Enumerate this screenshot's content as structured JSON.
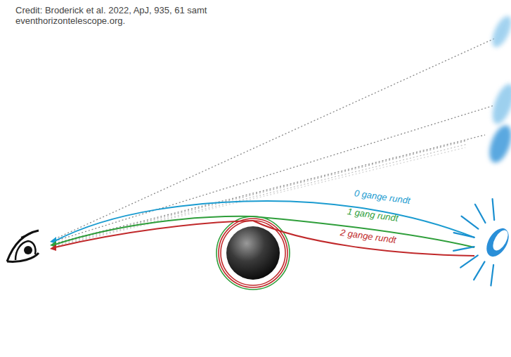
{
  "diagram": {
    "labels": [
      "Credit: Broderick et al. 2022, ApJ, 935, 61 samt eventhorizontelescope.org.",
      "0 gange rundt",
      "1 gang rundt",
      "2 gange rundt"
    ]
  }
}
